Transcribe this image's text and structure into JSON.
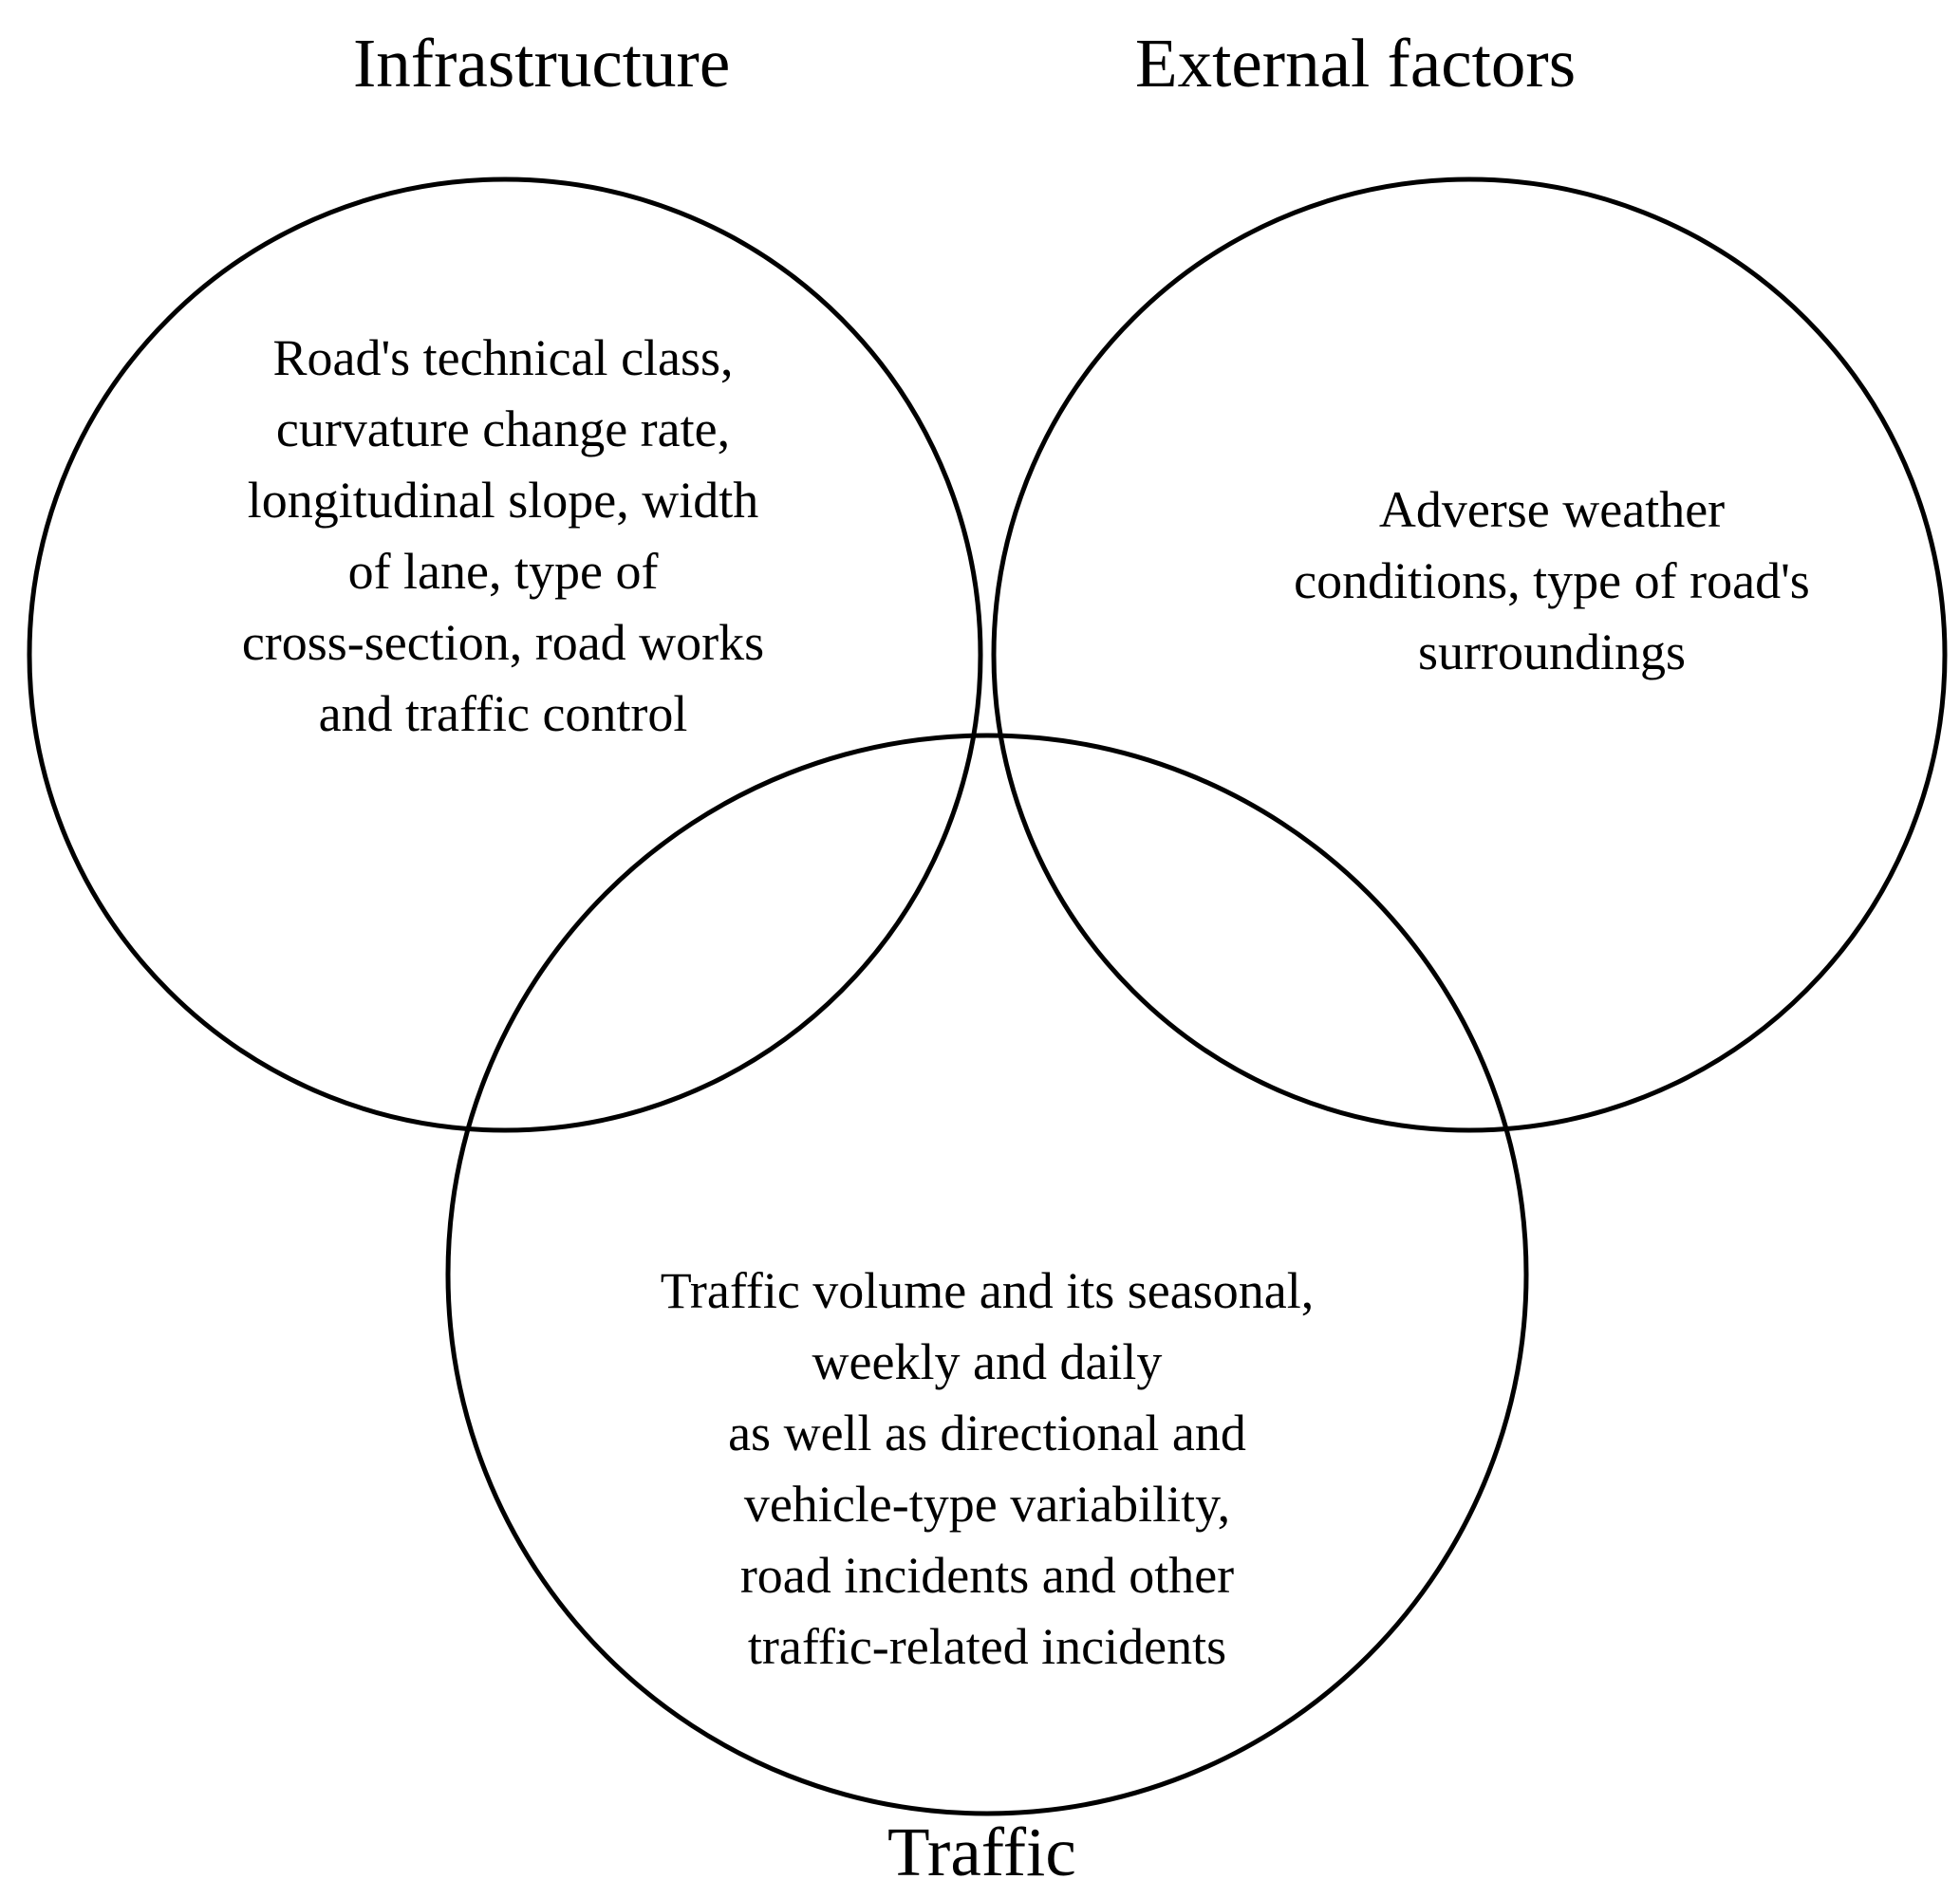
{
  "sets": [
    {
      "id": "infrastructure",
      "title": "Infrastructure",
      "description": "Road's technical class,\ncurvature change rate,\nlongitudinal slope, width\nof lane, type of\ncross-section, road works\nand traffic control"
    },
    {
      "id": "external",
      "title": "External factors",
      "description": "Adverse weather\nconditions, type of road's\nsurroundings"
    },
    {
      "id": "traffic",
      "title": "Traffic",
      "description": "Traffic volume and its seasonal,\nweekly and daily\nas well as directional and\nvehicle-type variability,\nroad incidents and other\ntraffic-related incidents"
    }
  ],
  "colors": {
    "outline": "#000000",
    "overlap_infrastructure_external": "#FFC000",
    "overlap_all_three": "#D19E00",
    "background": "#FFFFFF"
  }
}
